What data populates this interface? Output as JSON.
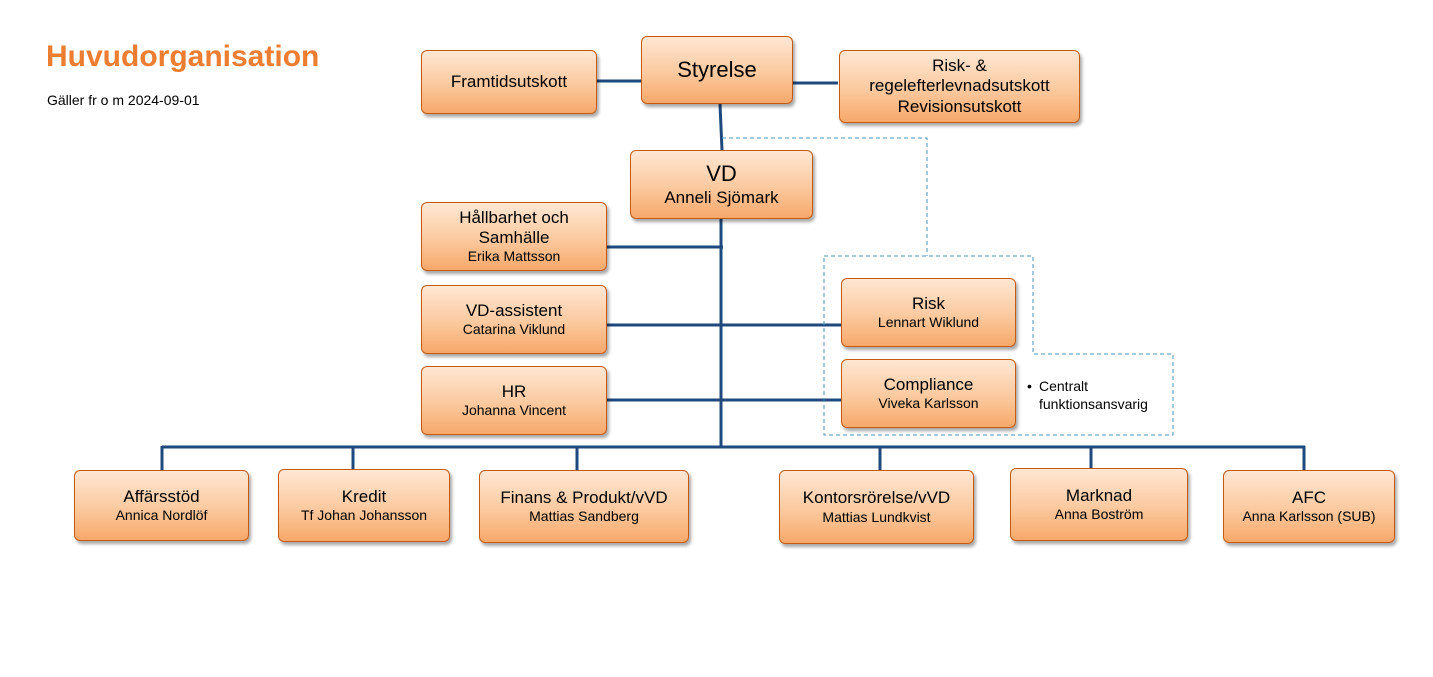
{
  "header": {
    "title": "Huvudorganisation",
    "subtitle": "Gäller fr o m 2024-09-01"
  },
  "colors": {
    "accent": "#ED7D31",
    "line": "#1F497D",
    "dashed": "#4A90B8"
  },
  "board": {
    "styrelse": "Styrelse",
    "framtid": "Framtidsutskott",
    "risk_committee": [
      "Risk- &",
      "regelefterlevnadsutskott",
      "Revisionsutskott"
    ]
  },
  "ceo": {
    "title": "VD",
    "name": "Anneli Sjömark"
  },
  "staff": {
    "hallbarhet": {
      "title": [
        "Hållbarhet och",
        "Samhälle"
      ],
      "name": "Erika Mattsson"
    },
    "assistent": {
      "title": "VD-assistent",
      "name": "Catarina Viklund"
    },
    "hr": {
      "title": "HR",
      "name": "Johanna Vincent"
    },
    "risk": {
      "title": "Risk",
      "name": "Lennart Wiklund"
    },
    "compliance": {
      "title": "Compliance",
      "name": "Viveka Karlsson"
    }
  },
  "note": {
    "bullet": "•",
    "line1": "Centralt",
    "line2": "funktionsansvarig"
  },
  "departments": [
    {
      "title": "Affärsstöd",
      "name": "Annica Nordlöf"
    },
    {
      "title": "Kredit",
      "name": "Tf Johan Johansson"
    },
    {
      "title": "Finans & Produkt/vVD",
      "name": "Mattias Sandberg"
    },
    {
      "title": "Kontorsrörelse/vVD",
      "name": "Mattias Lundkvist"
    },
    {
      "title": "Marknad",
      "name": "Anna Boström"
    },
    {
      "title": "AFC",
      "name": "Anna Karlsson (SUB)"
    }
  ]
}
